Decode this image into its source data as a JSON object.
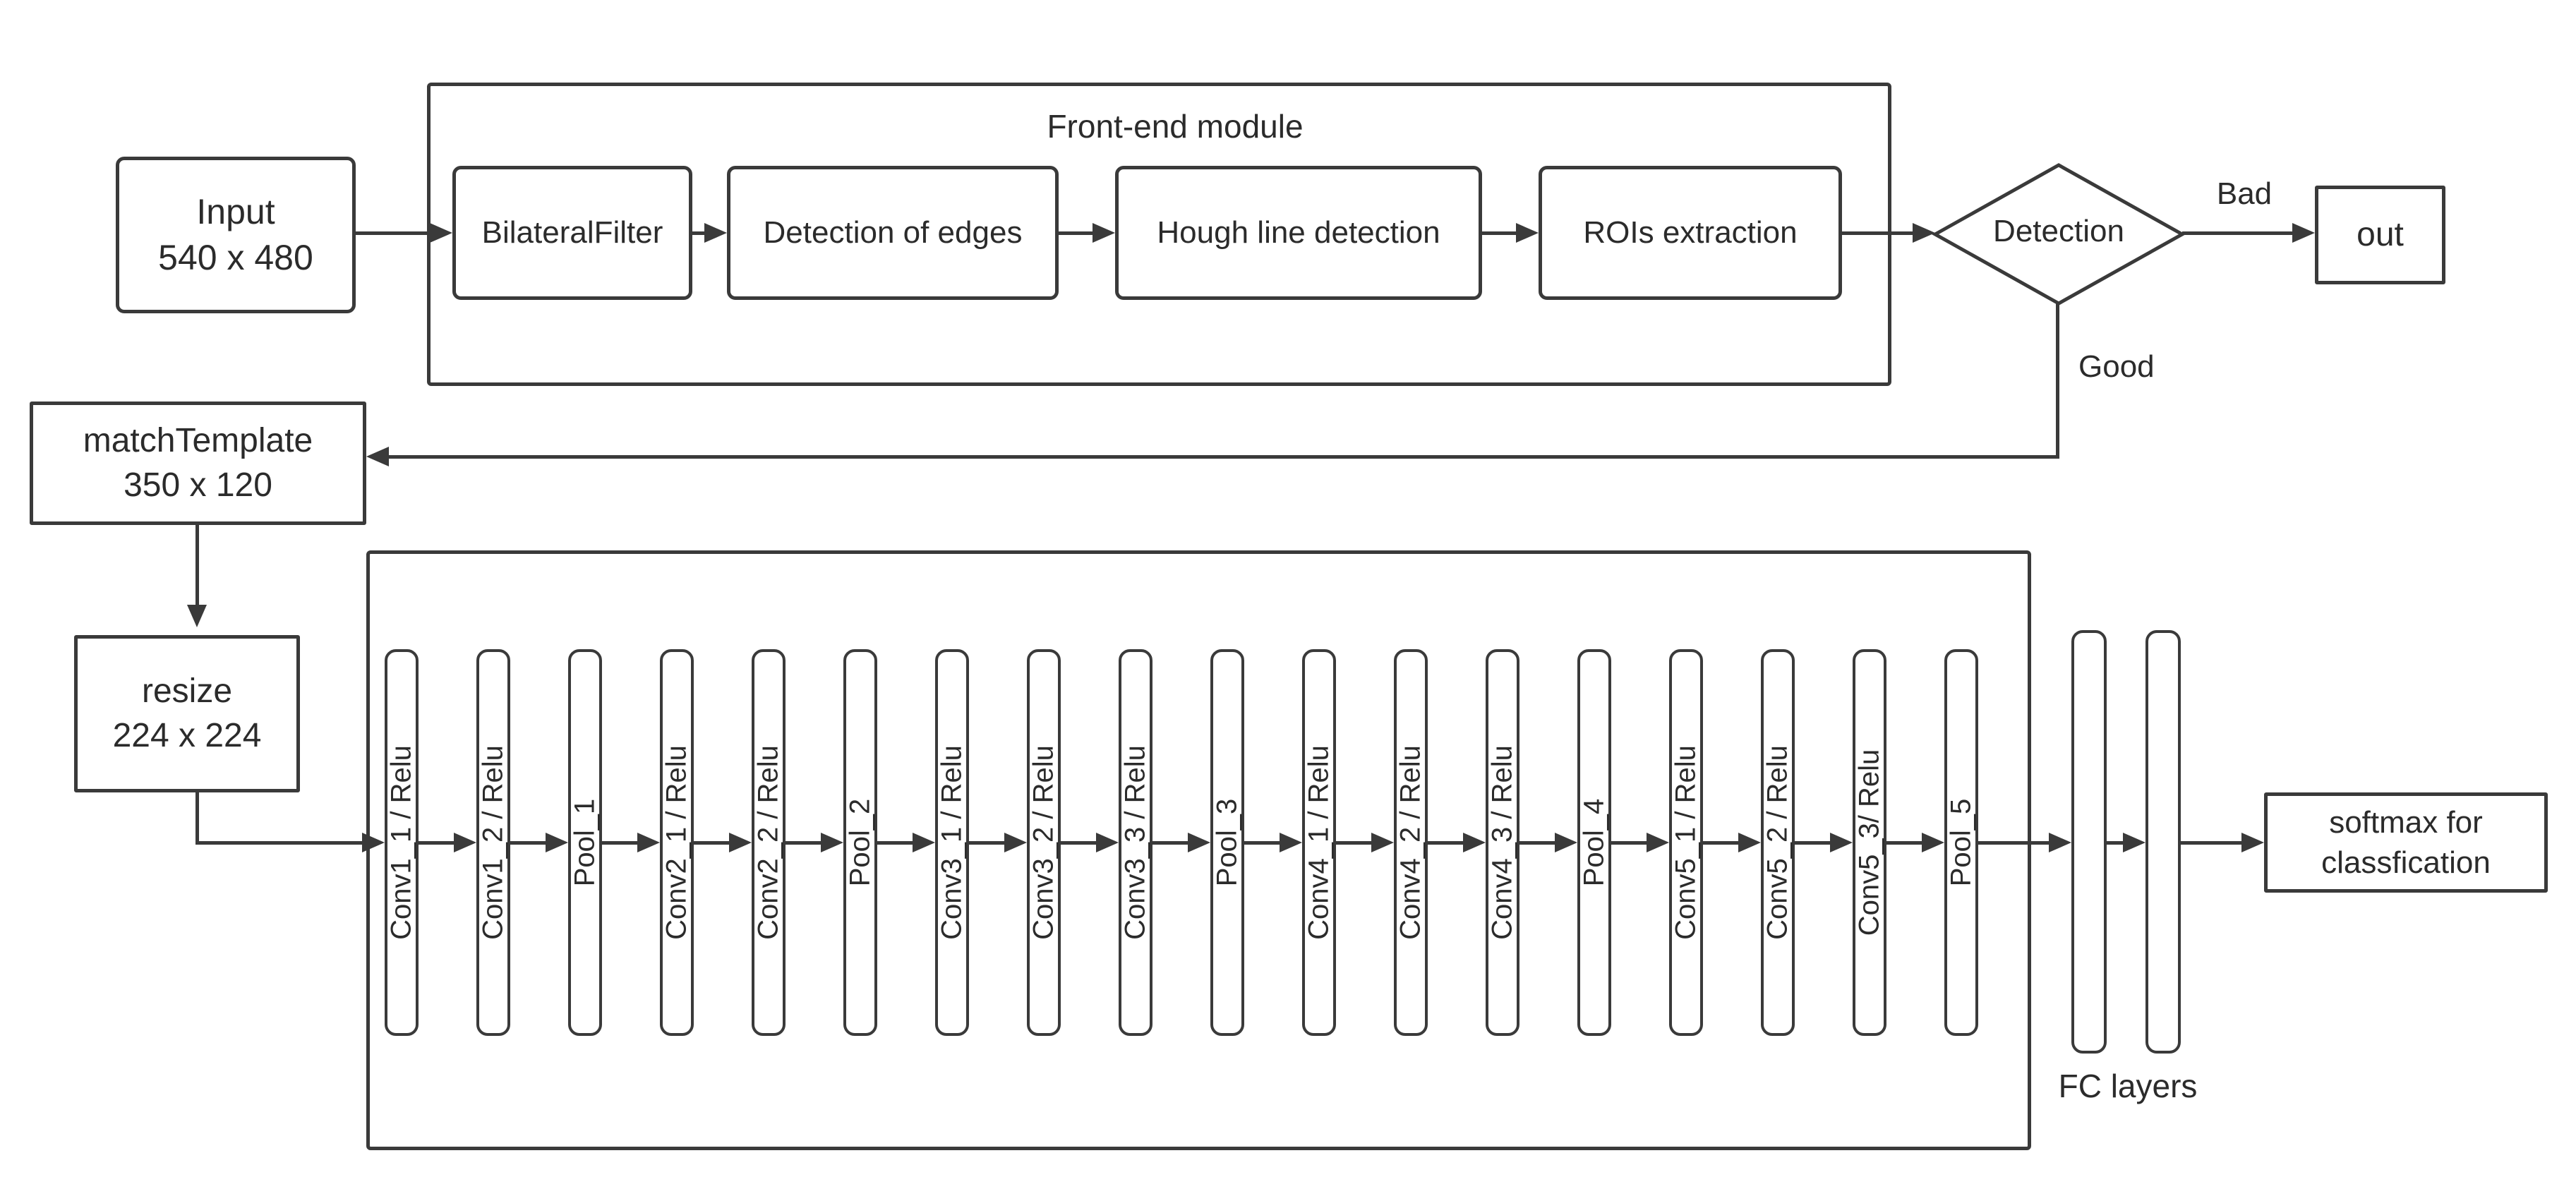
{
  "diagram": {
    "input": {
      "line1": "Input",
      "line2": "540 x 480"
    },
    "frontend": {
      "title": "Front-end module",
      "steps": [
        "BilateralFilter",
        "Detection of edges",
        "Hough line detection",
        "ROIs extraction"
      ]
    },
    "decision": {
      "label": "Detection",
      "bad_branch": "Bad",
      "good_branch": "Good"
    },
    "out": {
      "label": "out"
    },
    "match_template": {
      "line1": "matchTemplate",
      "line2": "350 x 120"
    },
    "resize": {
      "line1": "resize",
      "line2": "224 x 224"
    },
    "cnn": {
      "bars": [
        "Conv1_1 / Relu",
        "Conv1_2 / Relu",
        "Pool_1",
        "Conv2_1 / Relu",
        "Conv2_2 / Relu",
        "Pool_2",
        "Conv3_1 / Relu",
        "Conv3_2 / Relu",
        "Conv3_3 / Relu",
        "Pool_3",
        "Conv4_1 / Relu",
        "Conv4_2 / Relu",
        "Conv4_3 / Relu",
        "Pool_4",
        "Conv5_1 / Relu",
        "Conv5_2 / Relu",
        "Conv5_3/ Relu",
        "Pool_5"
      ]
    },
    "fc": {
      "label": "FC layers"
    },
    "softmax": {
      "line1": "softmax for",
      "line2": "classfication"
    }
  },
  "colors": {
    "stroke": "#3a3a3a",
    "text": "#2b2b2b",
    "background": "#ffffff"
  }
}
